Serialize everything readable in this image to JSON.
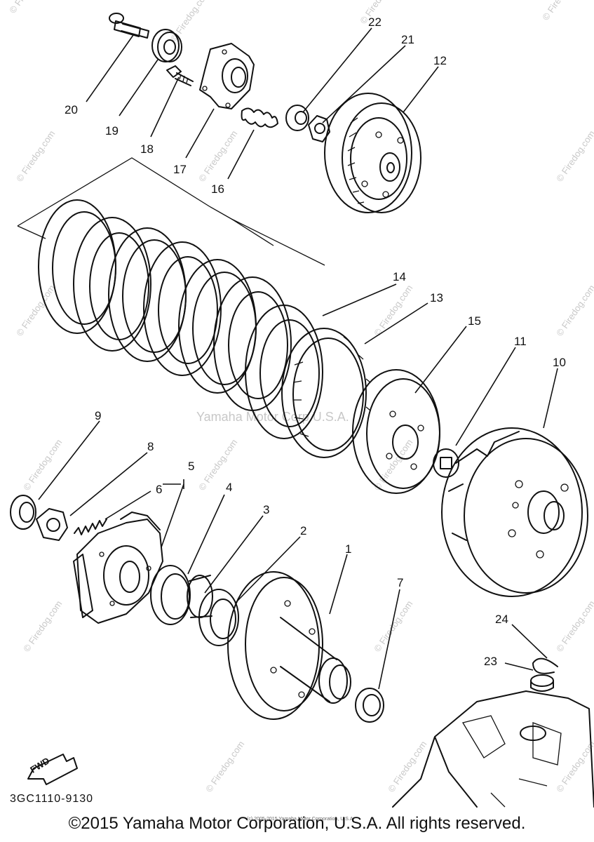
{
  "footer": {
    "copyright": "©2015 Yamaha Motor Corporation, U.S.A. All rights reserved.",
    "small_copyright": "(c) 2005-2015 Yamaha Motor Corporation, U.S.A.",
    "drawing_code": "3GC1110-9130",
    "fwd_label": "FWD"
  },
  "watermarks": {
    "site": "© Firedog.com",
    "center": "Yamaha Motor Corp U.S.A."
  },
  "callouts": {
    "p1": "1",
    "p2": "2",
    "p3": "3",
    "p4": "4",
    "p5": "5",
    "p6": "6",
    "p7": "7",
    "p8": "8",
    "p9": "9",
    "p10": "10",
    "p11": "11",
    "p12": "12",
    "p13": "13",
    "p14": "14",
    "p15": "15",
    "p16": "16",
    "p17": "17",
    "p18": "18",
    "p19": "19",
    "p20": "20",
    "p21": "21",
    "p22": "22",
    "p23": "23",
    "p24": "24"
  }
}
